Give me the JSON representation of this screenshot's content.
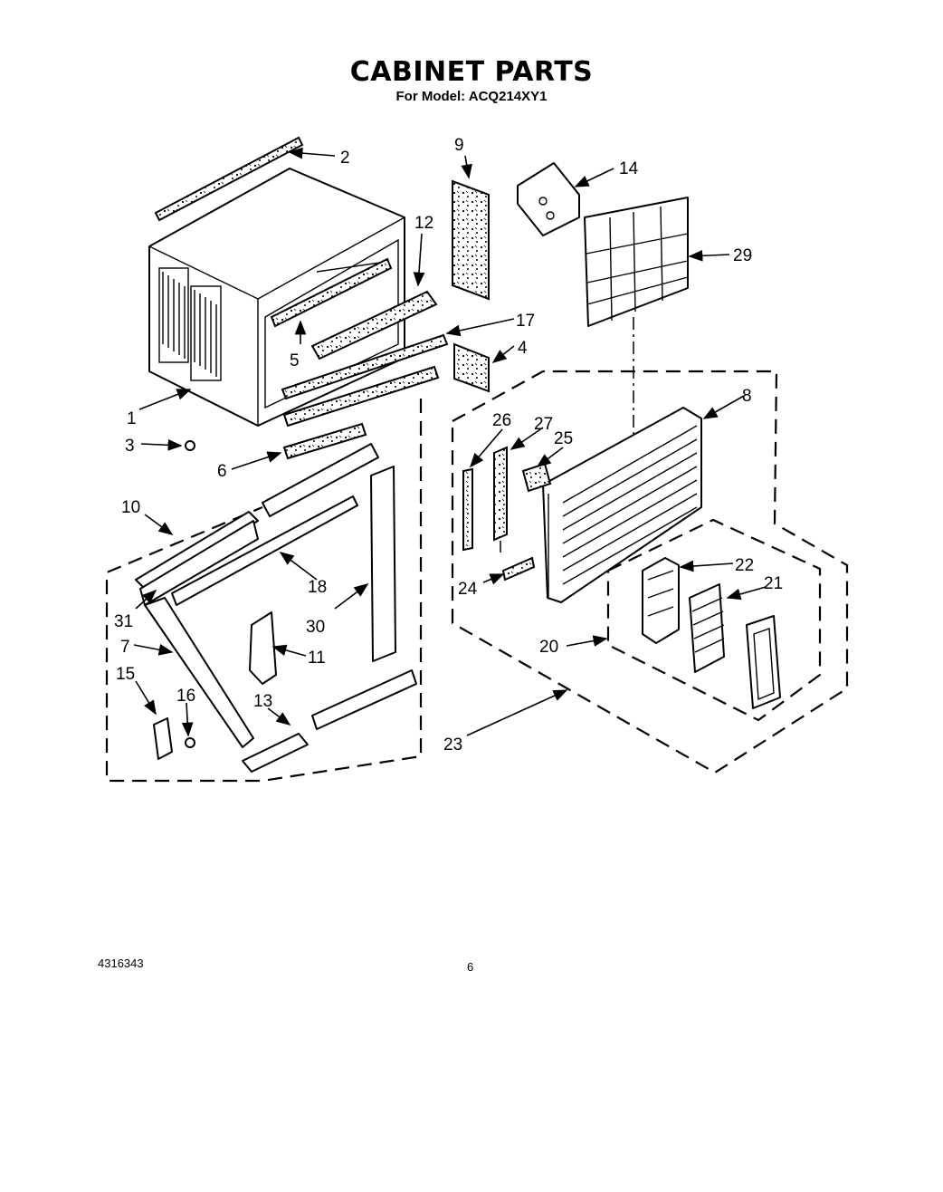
{
  "header": {
    "title": "CABINET PARTS",
    "subtitle": "For Model: ACQ214XY1"
  },
  "footer": {
    "doc_number": "4316343",
    "page_number": "6"
  },
  "callouts": [
    "1",
    "2",
    "3",
    "4",
    "5",
    "6",
    "7",
    "8",
    "9",
    "10",
    "11",
    "12",
    "13",
    "14",
    "15",
    "16",
    "17",
    "18",
    "20",
    "21",
    "22",
    "23",
    "24",
    "25",
    "26",
    "27",
    "29",
    "30",
    "31"
  ]
}
